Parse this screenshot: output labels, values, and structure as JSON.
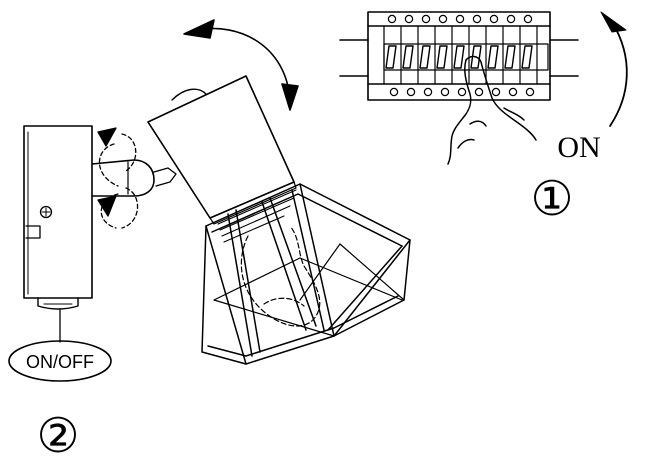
{
  "switch_label": "ON/OFF",
  "breaker_label": "ON",
  "step_one": "①",
  "step_two": "②",
  "icons": {
    "breaker": "circuit-breaker-icon",
    "hand": "pointing-hand-icon",
    "lamp": "cage-spotlight-icon"
  }
}
